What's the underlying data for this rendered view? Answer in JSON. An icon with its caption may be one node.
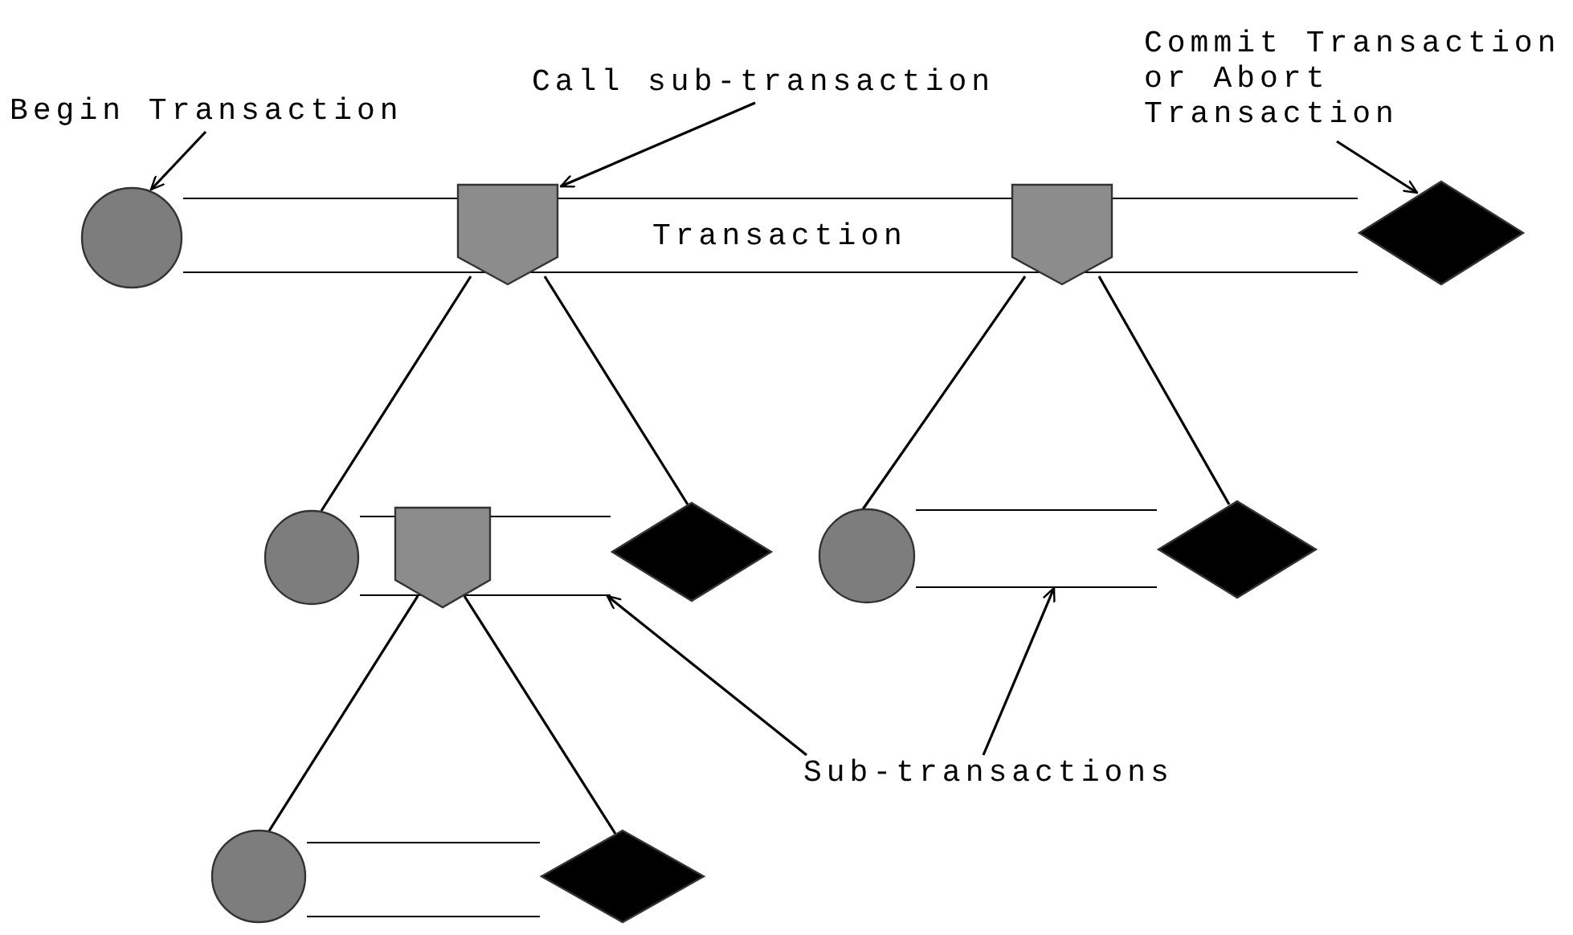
{
  "diagram": {
    "nodes": [
      {
        "text": [
          "Begin Transaction"
        ]
      },
      {
        "text": [
          "Call sub-transaction"
        ]
      },
      {
        "text": [
          "Commit Transaction or Abort Transaction"
        ]
      },
      {
        "text": [
          "Transaction"
        ]
      },
      {
        "text": [],
        "shape": "circle"
      },
      {
        "text": [],
        "shape": "pentagon"
      },
      {
        "text": [],
        "shape": "pentagon"
      },
      {
        "text": [],
        "shape": "diamond"
      },
      {
        "text": [],
        "shape": "bar"
      },
      {
        "text": [],
        "shape": "circle"
      },
      {
        "text": [],
        "shape": "pentagon"
      },
      {
        "text": [],
        "shape": "diamond"
      },
      {
        "text": [],
        "shape": "bar"
      },
      {
        "text": [],
        "shape": "circle"
      },
      {
        "text": [],
        "shape": "diamond"
      },
      {
        "text": [
          "Sub-transactions"
        ]
      },
      {
        "text": [],
        "shape": "bar"
      },
      {
        "text": [],
        "shape": "circle"
      },
      {
        "text": [],
        "shape": "diamond"
      }
    ],
    "edges": [
      {
        "from": 0,
        "to": 4,
        "arrow": "to"
      },
      {
        "from": 1,
        "to": 5,
        "arrow": "to"
      },
      {
        "from": 2,
        "to": 7,
        "arrow": "to"
      },
      {
        "from": 5,
        "to": 9,
        "arrow": "none"
      },
      {
        "from": 5,
        "to": 11,
        "arrow": "none"
      },
      {
        "from": 6,
        "to": 13,
        "arrow": "none"
      },
      {
        "from": 6,
        "to": 14,
        "arrow": "none"
      },
      {
        "from": 10,
        "to": 17,
        "arrow": "none"
      },
      {
        "from": 10,
        "to": 18,
        "arrow": "none"
      },
      {
        "from": 15,
        "to": 8,
        "arrow": "to"
      },
      {
        "from": 15,
        "to": 12,
        "arrow": "to"
      }
    ]
  }
}
